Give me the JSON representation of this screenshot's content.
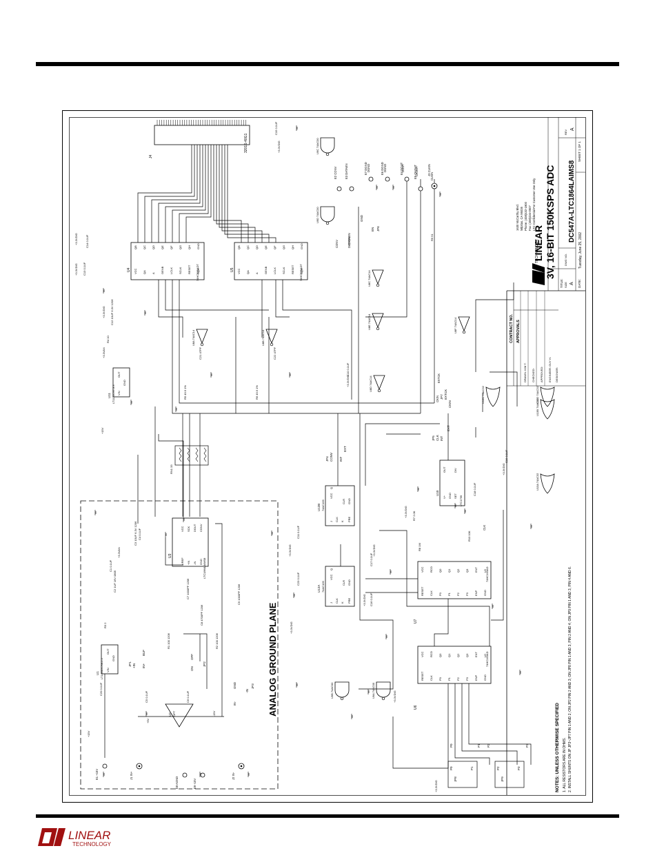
{
  "title_block": {
    "company_address": [
      "1630 McCarthy Blvd.",
      "Milpitas, CA 95035",
      "Phone: (408)432-1900",
      "Fax: (408)434-0507",
      "LTC Confidential-For Customer Use Only"
    ],
    "logo_word": "LINEAR",
    "logo_sub": "TECHNOLOGY",
    "title_label": "TITLE:",
    "title": "3V, 16-BIT 150KSPS ADC",
    "size_label": "SIZE",
    "size": "A",
    "dwg_label": "DWG NO.",
    "dwg": "DC547A-LTC1864LAIMS8",
    "rev_label": "REV",
    "rev": "A",
    "date_label": "DATE:",
    "date": "Tuesday, June 25, 2002",
    "sheet": "SHEET   1   OF   1",
    "contract_label": "CONTRACT NO.",
    "approvals_label": "APPROVALS",
    "rows": [
      "DRAWN:   KIM T.",
      "CHECKED:",
      "APPROVED:",
      "ENGINEER:  GUY H.",
      "DESIGNER:"
    ]
  },
  "notes": {
    "header": "NOTES:  UNLESS OTHERWISE SPECIFIED",
    "n1": "1.  ALL RESISTORS ARE IN OHMS.",
    "n2": "2.  INSTALL SHUNTS ON JP JP3~JP7 PIN 1 AND 2; ON JP2 PIN 2 AND 3; ON JP8 PIN 1 AND 3, PIN 2 AND 4; ON JP9 PIN 1 AND 3, PIN 4 AND 6."
  },
  "analog_plane": "ANALOG GROUND PLANE",
  "ics": {
    "u4": {
      "ref": "U4",
      "part": "74HC595ADT",
      "pins_top": [
        "VCC",
        "QA",
        "A",
        "OENB",
        "LCLK",
        "SCLK",
        "RESET",
        "SQH"
      ],
      "pins_bot": [
        "QB",
        "QC",
        "QD",
        "QE",
        "QF",
        "QG",
        "QH",
        "GND"
      ]
    },
    "u5": {
      "ref": "U5",
      "part": "74HC595ADT",
      "pins_top": [
        "VCC",
        "QA",
        "A",
        "OENB",
        "LCLK",
        "SCLK",
        "RESET",
        "SQH"
      ],
      "pins_bot": [
        "QB",
        "QC",
        "QD",
        "QE",
        "QF",
        "QG",
        "QH",
        "GND"
      ]
    },
    "u3": {
      "ref": "U3",
      "part": "LTC1864LAIMS8",
      "pins": [
        "VREF",
        "+IN",
        "-IN",
        "GND",
        "VCC",
        "SCK",
        "DOUT",
        "CONV"
      ]
    },
    "u6": {
      "ref": "U6",
      "part": "74HC163AD",
      "pins": [
        "RESET",
        "CLK",
        "P0",
        "P1",
        "P2",
        "P3",
        "ENP",
        "GND",
        "VCC",
        "RCO",
        "Q0",
        "Q1",
        "Q2",
        "Q3",
        "ENT",
        "LD"
      ]
    },
    "u7": {
      "ref": "U7",
      "part": "74HC163AD",
      "pins": [
        "RESET",
        "CLK",
        "P0",
        "P1",
        "P2",
        "P3",
        "ENP",
        "GND",
        "VCC",
        "RCO",
        "Q0",
        "Q1",
        "Q2",
        "Q3",
        "ENT",
        "LD"
      ]
    },
    "u10": {
      "ref": "U10",
      "part": "LTC1799",
      "pins": [
        "V+",
        "GND",
        "SET",
        "OUT",
        "DIV"
      ]
    },
    "u11": {
      "ref": "U11",
      "part": "LT1121CST-3.3",
      "pins": [
        "VIN",
        "GND",
        "OUT"
      ]
    },
    "u1": {
      "ref": "U1",
      "part": "LT1460DCS8-2.5",
      "pins": [
        "VIN",
        "GND",
        "OUT"
      ]
    },
    "u2": {
      "ref": "U2",
      "part": "OPT"
    },
    "u12a": {
      "ref": "U12A",
      "part": "74AC109",
      "pins": [
        "J",
        "CLK",
        "K",
        "PRE",
        "CLR",
        "GND",
        "VCC",
        "Q"
      ]
    },
    "u12b": {
      "ref": "U12B",
      "part": "74AC109",
      "pins": [
        "J",
        "CLK",
        "K",
        "PRE",
        "CLR",
        "GND",
        "VCC",
        "Q"
      ]
    },
    "j4": {
      "ref": "J4",
      "part": "3201S-40G1"
    }
  },
  "gates": [
    "U9C 74AC00",
    "U9D 74AC00",
    "U9B 74AC00",
    "U9A 74AC00",
    "U8A 74AC14",
    "U8B 74AC14",
    "U8C 74AC14",
    "U8D 74AC14",
    "U8E 74AC14",
    "U8F 74AC14",
    "U13A 74AC32",
    "U13B 74AC32",
    "U13C 74AC32",
    "U13D 74AC32"
  ],
  "nets": {
    "vdig": "+3.3VDIG",
    "van": "+3.3VAN",
    "p15": "+15V",
    "m15": "-15V",
    "p5": "+5V"
  },
  "signals": [
    "CONV",
    "DATAEN",
    "DGND",
    "DGND",
    "DOUT",
    "CKOUT",
    "CLKIN",
    "CLK",
    "CKIN",
    "EXTCK"
  ],
  "parts": [
    "C13 0.1UF",
    "C14 0.1UF",
    "C15 0.1UF",
    "C12 10UF 6.3V 1206",
    "R4 10",
    "C21 47PF",
    "C22 47PF",
    "R5 49.9 1%",
    "R6 49.9 1%",
    "C10 0.1UF",
    "RN1 33",
    "R9 51",
    "C19 0.1UF",
    "C18 0.1UF",
    "R7 2.0K",
    "R8 1M",
    "R10 10K",
    "C4 0.1UF",
    "C3 10UF 6.3V 1206",
    "C1 0.1UF",
    "C2 1UF 16V 0805",
    "C7 1000PF 1206",
    "C8 4700PF 1206",
    "C9 1000PF 1206",
    "R3 2",
    "R1 100 1206",
    "R2 100 1206",
    "C11 0.1UF",
    "C23 0.1UF",
    "C17 0.1UF",
    "C16 0.1UF",
    "C20 0.1UF",
    "C5 0.1UF",
    "C6 0.1UF"
  ],
  "connectors": [
    "J1 IN+",
    "J2 IN-",
    "E1 +15V",
    "E8 AGND",
    "E9 -15V",
    "E2 CONV",
    "E3 DATAEN",
    "E7 DGND",
    "E6 DGND",
    "E4 DOUT",
    "E5 CKOUT",
    "J3 CLKIN"
  ],
  "jumpers": {
    "jp1": [
      "JP1",
      "+IN",
      "IN+",
      "BUF"
    ],
    "jp2": [
      "JP2",
      "ON",
      "OFF"
    ],
    "jp3": [
      "JP3",
      "IN-",
      "GND",
      "-IN"
    ],
    "jp4": [
      "JP4",
      "CONV",
      "INT",
      "EXT"
    ],
    "jp5": [
      "JP5",
      "CLK",
      "INT",
      "EXT"
    ],
    "jp6": [
      "JP6",
      "DATAEN",
      "EN",
      "GND"
    ],
    "jp7": [
      "JP7",
      "EXTCK",
      "CKIN"
    ],
    "jp8": [
      "JP8",
      "P0",
      "P1"
    ],
    "jp9": [
      "JP9",
      "P2",
      "P3"
    ]
  },
  "counter_pins": [
    "P0",
    "P1",
    "P2",
    "P3"
  ]
}
